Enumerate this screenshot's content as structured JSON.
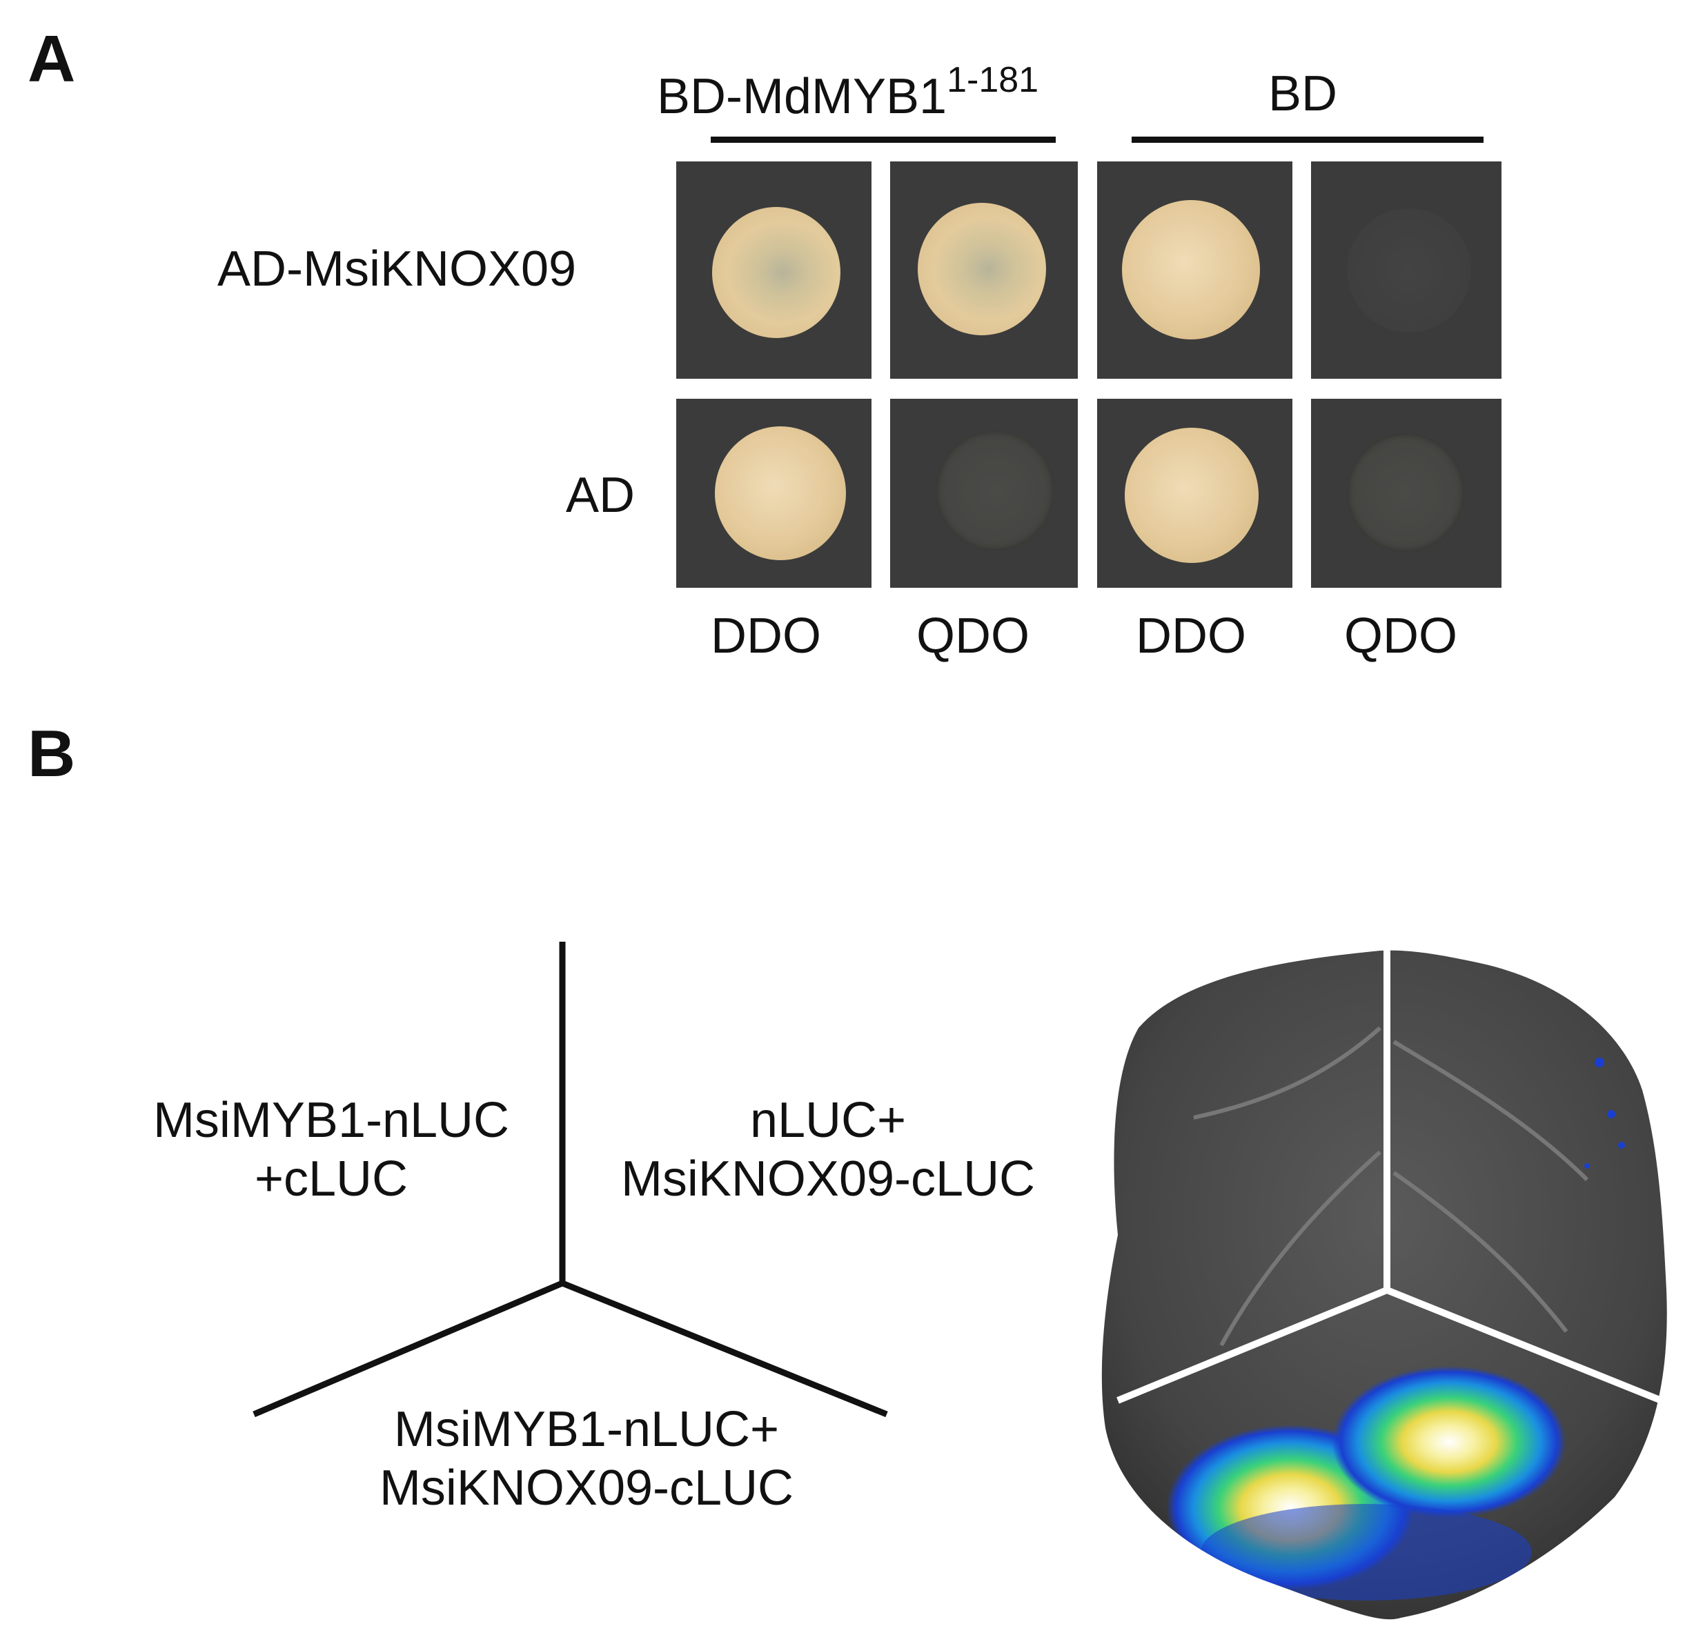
{
  "panel_a": {
    "letter": "A",
    "header_left": "BD-MdMYB1",
    "header_left_sup": "1-181",
    "header_right": "BD",
    "row_labels": [
      "AD-MsiKNOX09",
      "AD"
    ],
    "col_labels": [
      "DDO",
      "QDO",
      "DDO",
      "QDO"
    ]
  },
  "panel_b": {
    "letter": "B",
    "label_upper_left_line1": "MsiMYB1-nLUC",
    "label_upper_left_line2": "+cLUC",
    "label_upper_right_line1": "nLUC+",
    "label_upper_right_line2": "MsiKNOX09-cLUC",
    "label_bottom_line1": "MsiMYB1-nLUC+",
    "label_bottom_line2": "MsiKNOX09-cLUC"
  },
  "colors": {
    "plate_bg": "#3b3b3b",
    "colony": "#e4c99a",
    "luminescence_low": "#1a3fd0",
    "luminescence_mid": "#3ad17a",
    "luminescence_high": "#f2ea3a",
    "luminescence_peak": "#ffffff"
  }
}
